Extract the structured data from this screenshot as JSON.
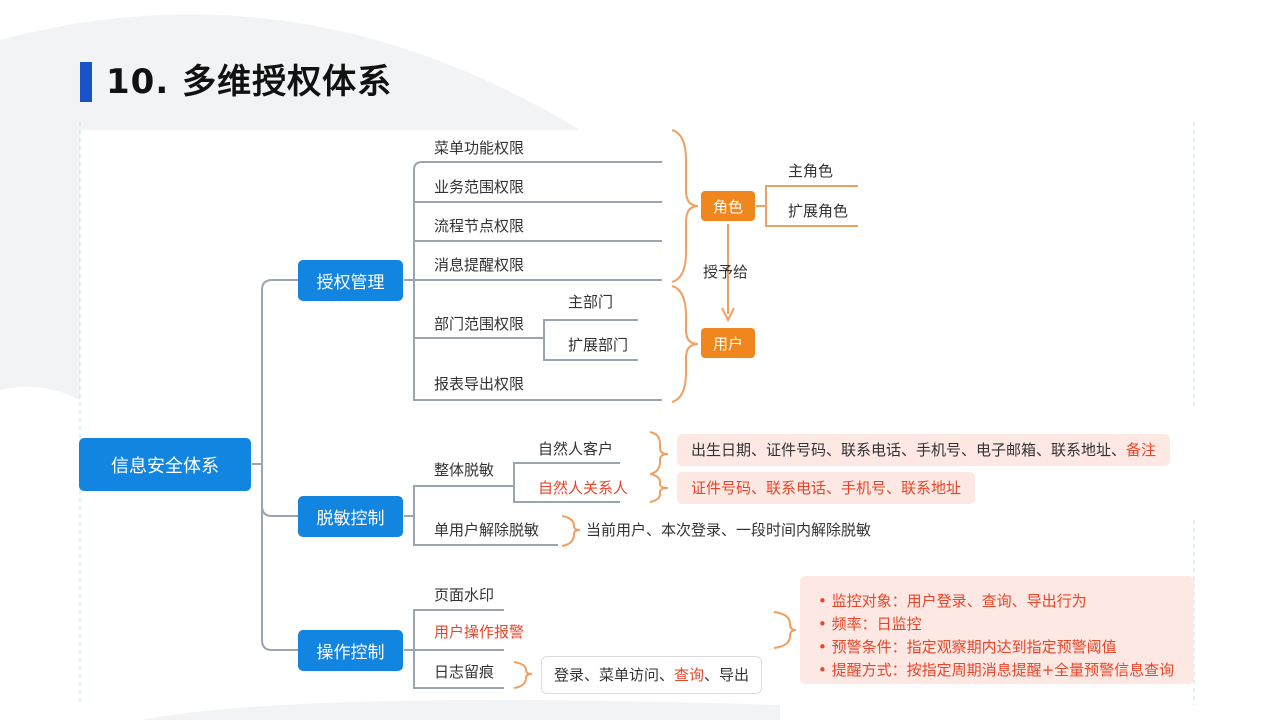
{
  "title": "10. 多维授权体系",
  "root": "信息安全体系",
  "branches": {
    "auth": {
      "label": "授权管理",
      "items": [
        "菜单功能权限",
        "业务范围权限",
        "流程节点权限",
        "消息提醒权限",
        "部门范围权限",
        "报表导出权限"
      ],
      "dept_sub": [
        "主部门",
        "扩展部门"
      ],
      "role": "角色",
      "role_sub": [
        "主角色",
        "扩展角色"
      ],
      "grant": "授予给",
      "user": "用户"
    },
    "mask": {
      "label": "脱敏控制",
      "overall": "整体脱敏",
      "natural_customer": "自然人客户",
      "natural_contact": "自然人关系人",
      "customer_fields": "出生日期、证件号码、联系电话、手机号、电子邮箱、联系地址、",
      "customer_note": "备注",
      "contact_fields": "证件号码、联系电话、手机号、联系地址",
      "single_user": "单用户解除脱敏",
      "single_user_desc": "当前用户、本次登录、一段时间内解除脱敏"
    },
    "ops": {
      "label": "操作控制",
      "watermark": "页面水印",
      "alarm": "用户操作报警",
      "log": "日志留痕",
      "log_desc_a": "登录、菜单访问、",
      "log_desc_query": "查询",
      "log_desc_b": "、导出",
      "alarm_details": [
        "• 监控对象：用户登录、查询、导出行为",
        "• 频率：日监控",
        "• 预警条件：指定观察期内达到指定预警阈值",
        "• 提醒方式：按指定周期消息提醒+全量预警信息查询"
      ]
    }
  },
  "colors": {
    "accent_blue": "#1185e0",
    "orange": "#f0861e",
    "red": "#e8462a",
    "pink_bg": "#fde8e3",
    "title_bar": "#1a53c8"
  }
}
